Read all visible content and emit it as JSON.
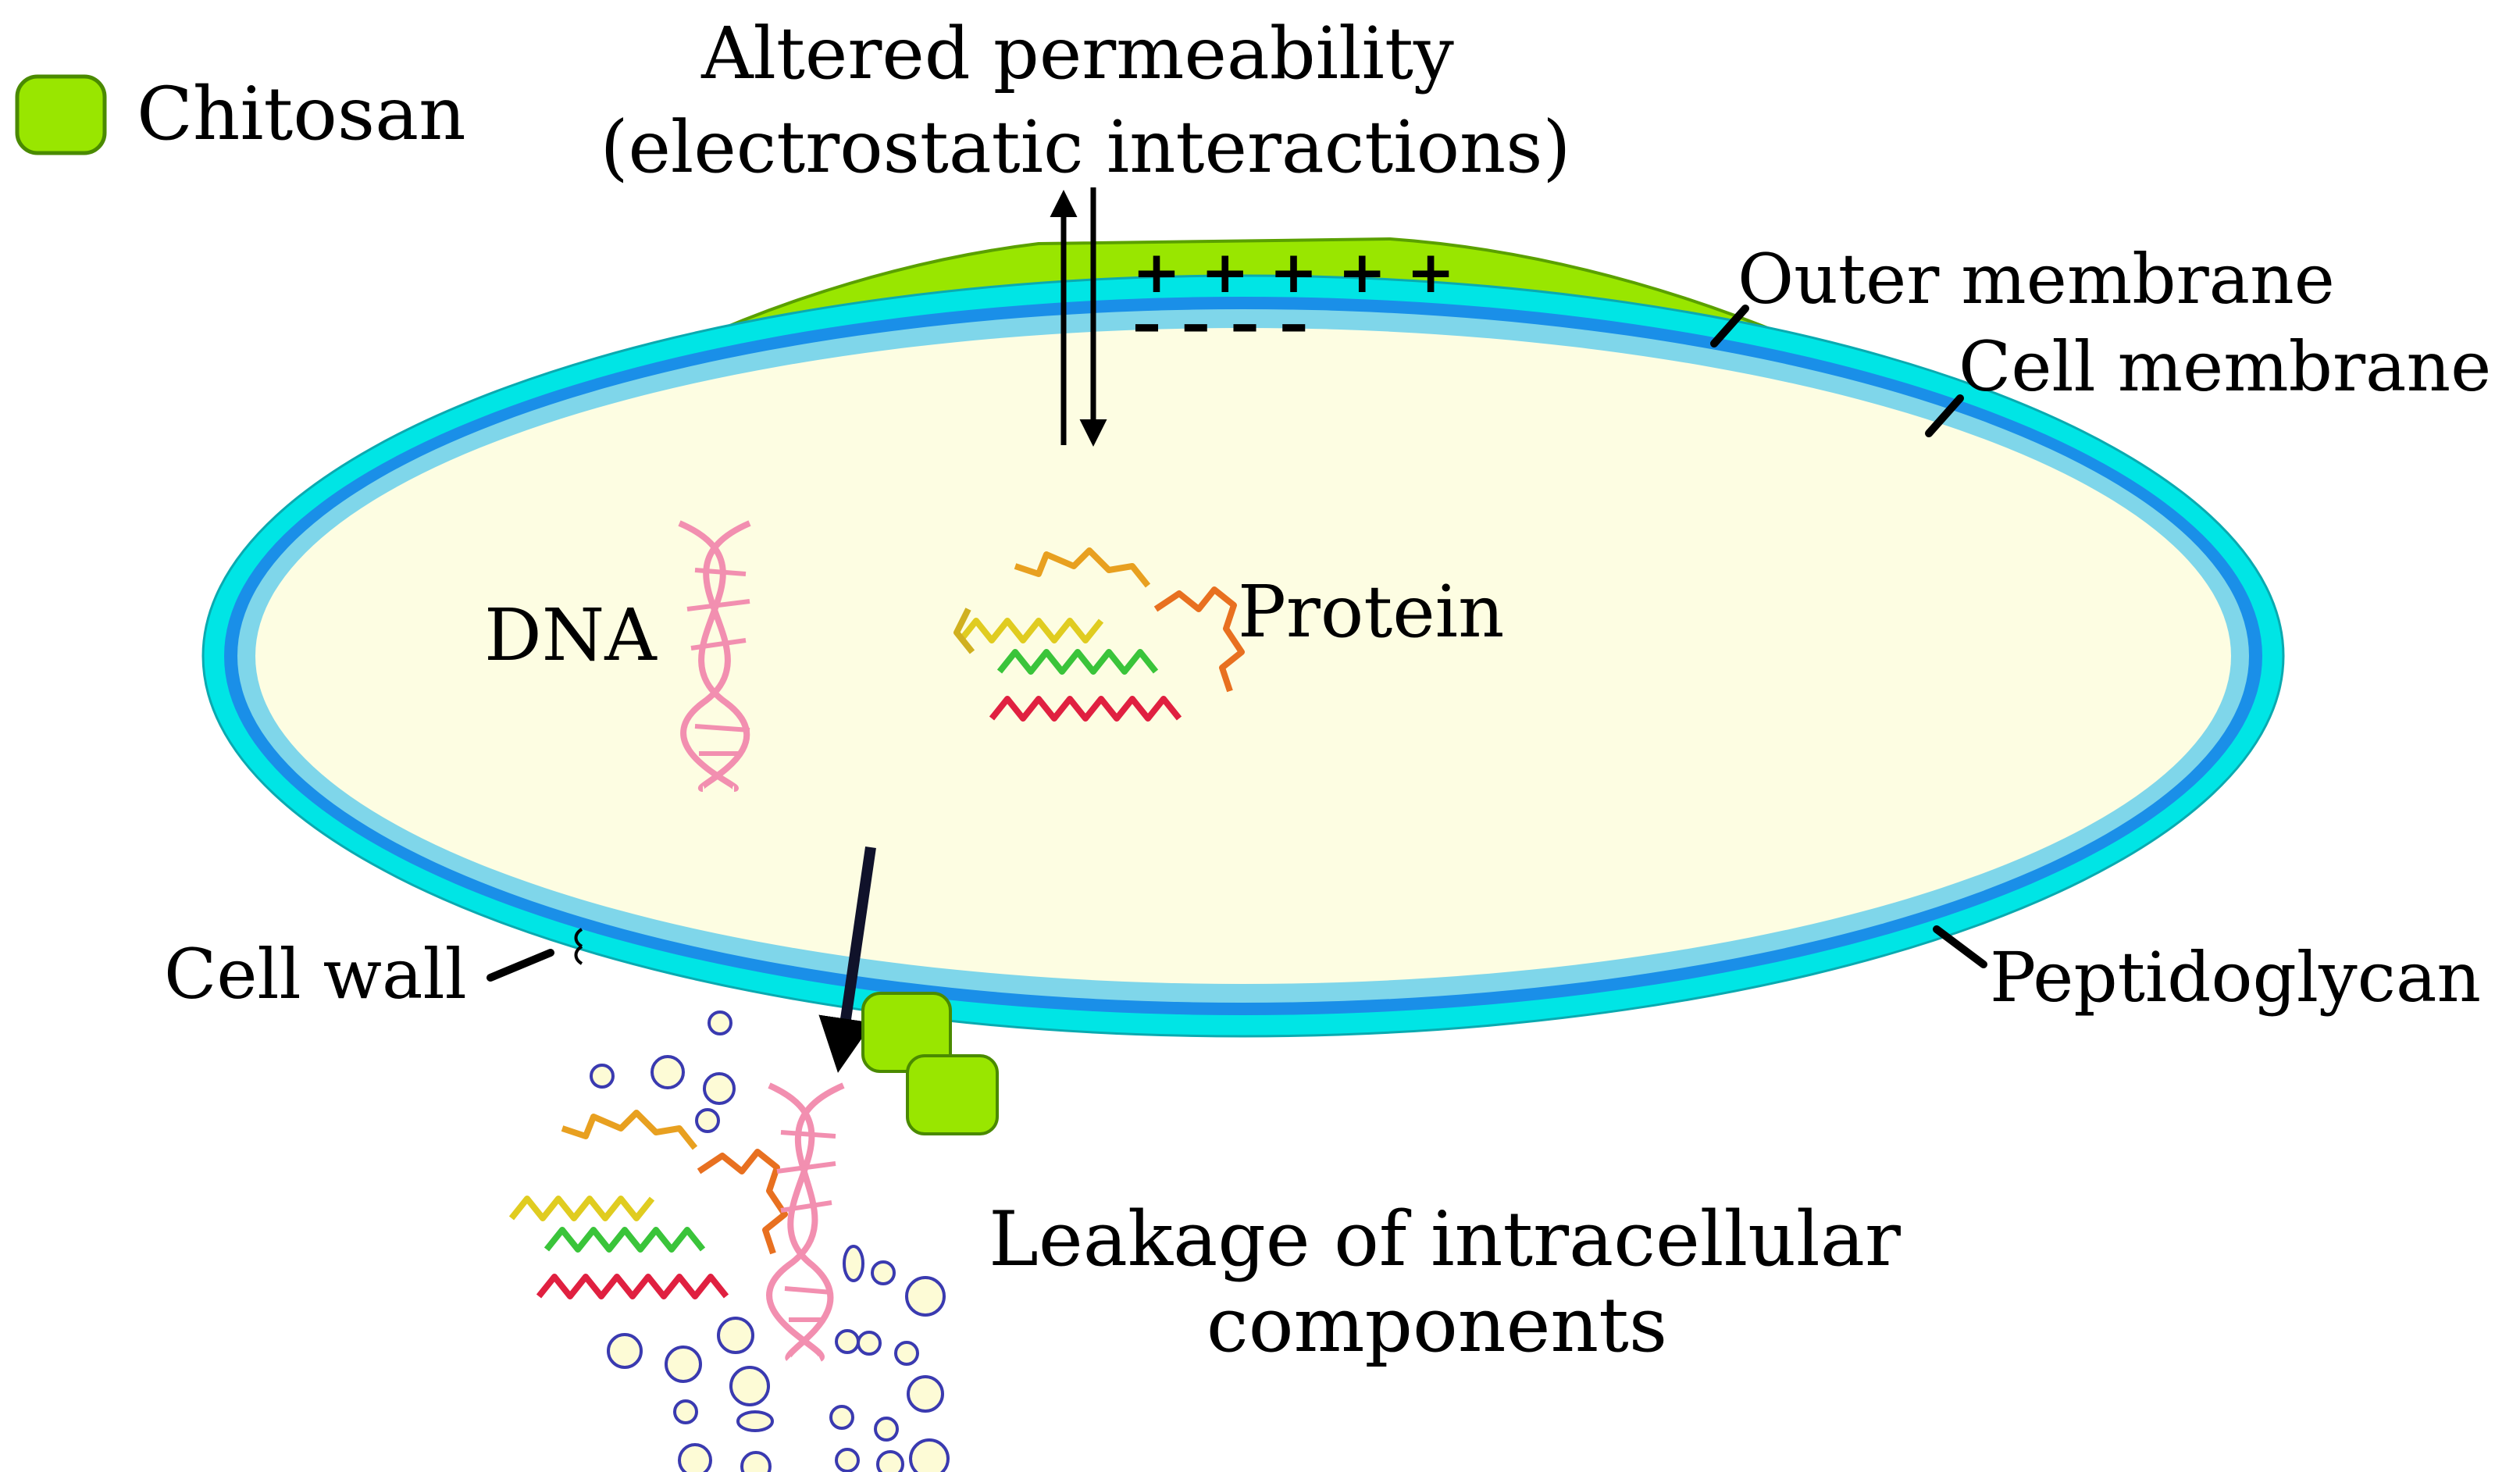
{
  "legend": {
    "chitosan_label": "Chitosan"
  },
  "labels": {
    "permeability_line1": "Altered permeability",
    "permeability_line2": "(electrostatic interactions)",
    "outer_membrane": "Outer membrane",
    "cell_membrane": "Cell membrane",
    "dna": "DNA",
    "protein": "Protein",
    "cell_wall": "Cell wall",
    "peptidoglycan": "Peptidoglycan",
    "leakage_line1": "Leakage of intracellular",
    "leakage_line2": "components"
  },
  "charges": {
    "positive": "+ + + + +",
    "negative": "– – – –"
  },
  "colors": {
    "chitosan": "#99e600",
    "outer_layer": "#00e5e5",
    "peptidoglycan_layer": "#1a8fe8",
    "cell_membrane_layer": "#7fd6ea",
    "cytoplasm": "#fdfde2",
    "dna": "#f28fb0",
    "vesicle_fill": "#fdfbd6",
    "vesicle_stroke": "#3a3ab0"
  }
}
